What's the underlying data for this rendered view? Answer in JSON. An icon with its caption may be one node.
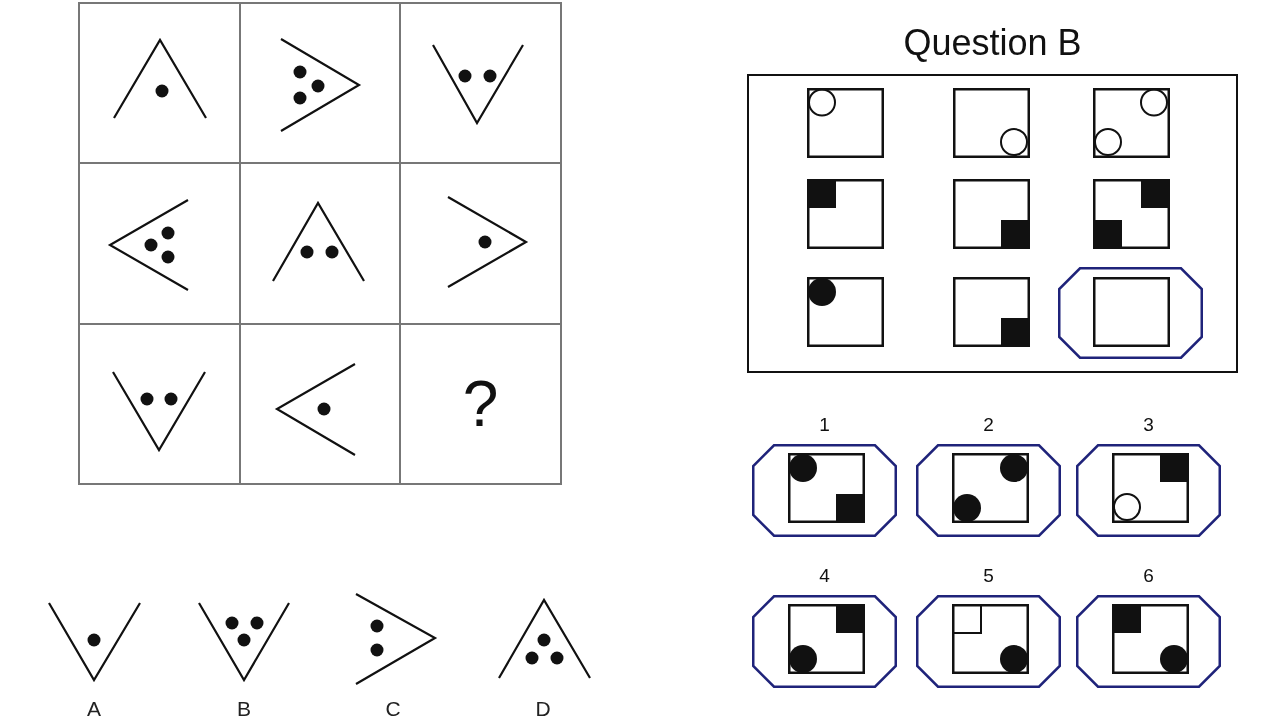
{
  "diagram": {
    "title": "Question B",
    "nodes": [
      {
        "text": [],
        "shape": "box"
      },
      {
        "text": [],
        "shape": "box"
      },
      {
        "text": [],
        "shape": "box"
      },
      {
        "text": [],
        "shape": "box"
      },
      {
        "text": [],
        "shape": "box"
      },
      {
        "text": [],
        "shape": "box"
      },
      {
        "text": [],
        "shape": "box"
      },
      {
        "text": [],
        "shape": "box"
      },
      {
        "text": [
          "?"
        ]
      },
      {
        "text": [],
        "shape": "octagon"
      },
      {
        "text": [
          "1"
        ]
      },
      {
        "text": [
          "2"
        ]
      },
      {
        "text": [
          "3"
        ]
      },
      {
        "text": [
          "4"
        ]
      },
      {
        "text": [
          "5"
        ]
      },
      {
        "text": [
          "6"
        ]
      }
    ],
    "labels": [
      "A",
      "B",
      "C",
      "D"
    ]
  }
}
